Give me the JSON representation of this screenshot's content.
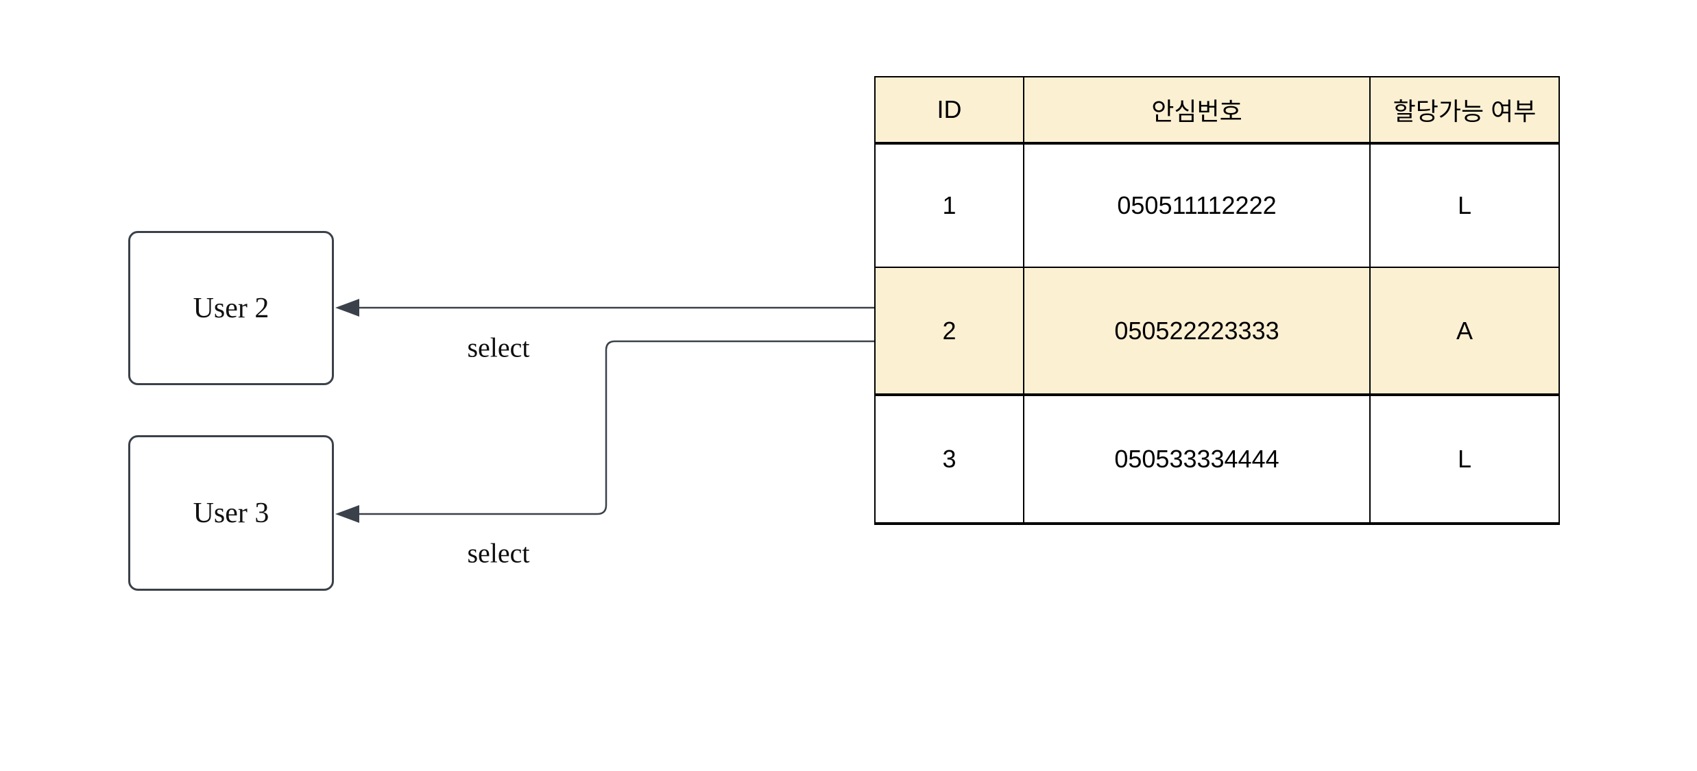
{
  "diagram": {
    "background": "#ffffff",
    "colors": {
      "node_stroke": "#3A414A",
      "edge_stroke": "#3A414A",
      "table_border": "#000000",
      "highlight_fill": "#FCF0D3"
    },
    "nodes": [
      {
        "id": "user2",
        "label": "User 2"
      },
      {
        "id": "user3",
        "label": "User 3"
      }
    ],
    "edges": [
      {
        "id": "edge-select-user2",
        "label": "select",
        "from": "table-row-2",
        "to": "user2"
      },
      {
        "id": "edge-select-user3",
        "label": "select",
        "from": "table-row-2",
        "to": "user3"
      }
    ]
  },
  "table": {
    "headers": [
      "ID",
      "안심번호",
      "할당가능 여부"
    ],
    "rows": [
      {
        "cells": [
          "1",
          "050511112222",
          "L"
        ],
        "highlighted": false
      },
      {
        "cells": [
          "2",
          "050522223333",
          "A"
        ],
        "highlighted": true
      },
      {
        "cells": [
          "3",
          "050533334444",
          "L"
        ],
        "highlighted": false
      }
    ]
  }
}
